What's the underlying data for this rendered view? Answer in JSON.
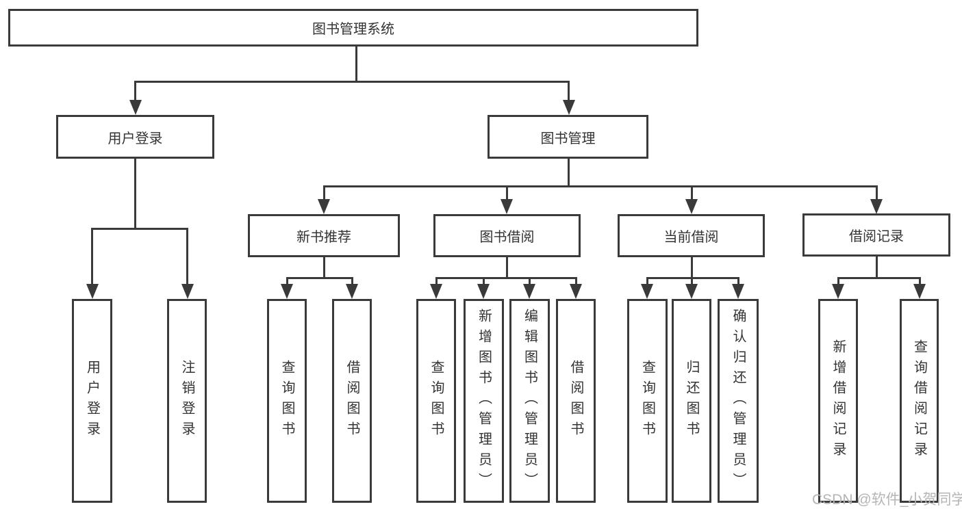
{
  "diagram": {
    "root": "图书管理系统",
    "level2": {
      "user_login": "用户登录",
      "book_mgmt": "图书管理"
    },
    "level3": {
      "new_books": "新书推荐",
      "borrowing": "图书借阅",
      "current": "当前借阅",
      "records": "借阅记录"
    },
    "leaves": {
      "user_login": "用户登录",
      "logout": "注销登录",
      "nb_query": "查询图书",
      "nb_borrow": "借阅图书",
      "bb_query": "查询图书",
      "bb_add": "新增图书（管理员）",
      "bb_edit": "编辑图书（管理员）",
      "bb_borrow": "借阅图书",
      "cb_query": "查询图书",
      "cb_return": "归还图书",
      "cb_confirm": "确认归还（管理员）",
      "br_add": "新增借阅记录",
      "br_query": "查询借阅记录"
    }
  },
  "watermark": "CSDN @软件_小贺同学",
  "colors": {
    "line": "#3a3a3a",
    "text": "#333333",
    "watermark": "#b5b5b5",
    "background": "#ffffff"
  }
}
